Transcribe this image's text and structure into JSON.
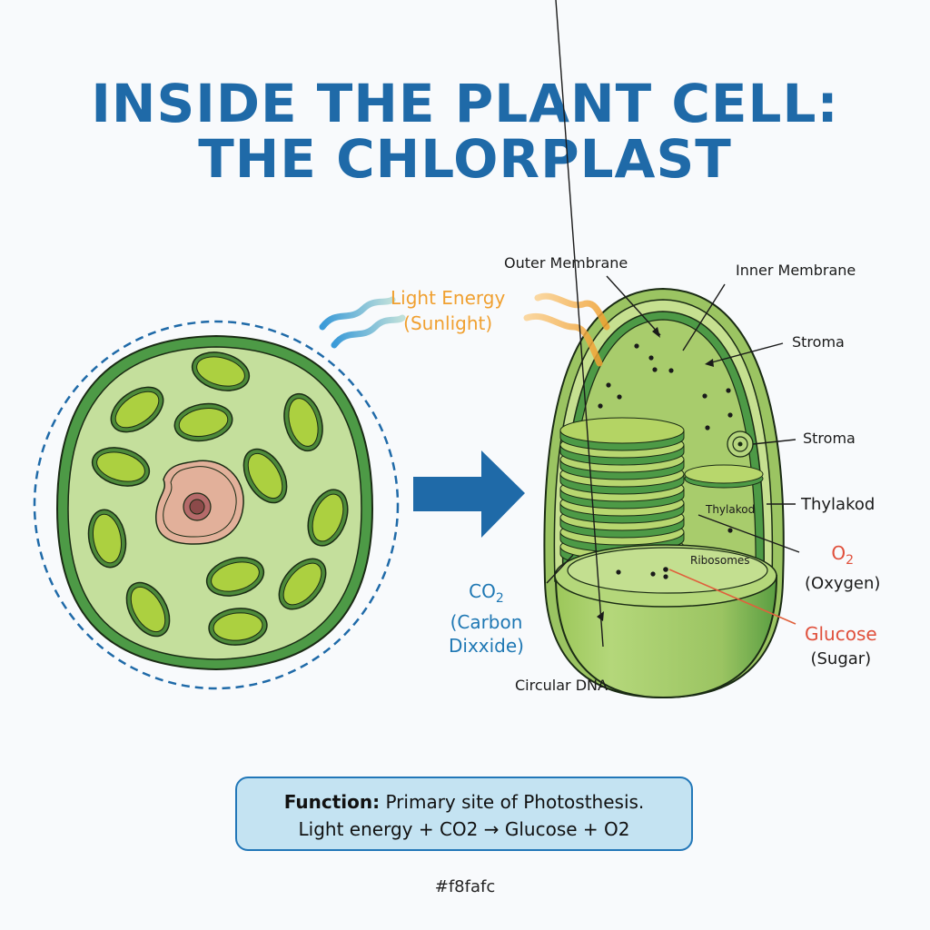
{
  "title": {
    "line1": "INSIDE THE PLANT CELL:",
    "line2": "THE CHLORPLAST"
  },
  "colors": {
    "title": "#1f6aa8",
    "background": "#f8fafc",
    "light_energy": "#f0a030",
    "co2": "#1f78b4",
    "products": "#e0503c",
    "arrow": "#1f6aa8",
    "cell_wall": "#4d9a46",
    "cytoplasm": "#c4df9c",
    "chloroplast_fill": "#a8d040",
    "nucleus": "#e2b09a",
    "function_box": "#c4e3f2"
  },
  "diagram": {
    "left_panel": {
      "name": "Plant cell overview",
      "chloroplast_count": 12
    },
    "light_energy": {
      "line1": "Light Energy",
      "line2": "(Sunlight)"
    },
    "labels": {
      "outer_membrane": "Outer Membrane",
      "inner_membrane": "Inner Membrane",
      "stroma_top": "Stroma",
      "stroma_right": "Stroma",
      "thylakoid_right": "Thylakod",
      "thylakoid_inner": "Thylakod",
      "ribosomes": "Ribosomes",
      "circular_dna": "Circular DNA"
    },
    "co2": {
      "formula": "CO",
      "subscript": "2",
      "line2": "(Carbon",
      "line3": "Dixxide)"
    },
    "o2": {
      "formula": "O",
      "subscript": "2",
      "line2": "(Oxygen)"
    },
    "glucose": {
      "line1": "Glucose",
      "line2": "(Sugar)"
    }
  },
  "function_box": {
    "bold_label": "Function:",
    "line1_rest": " Primary site of Photosthesis.",
    "line2": "Light energy + CO2 → Glucose + O2"
  },
  "footer": "#f8fafc"
}
